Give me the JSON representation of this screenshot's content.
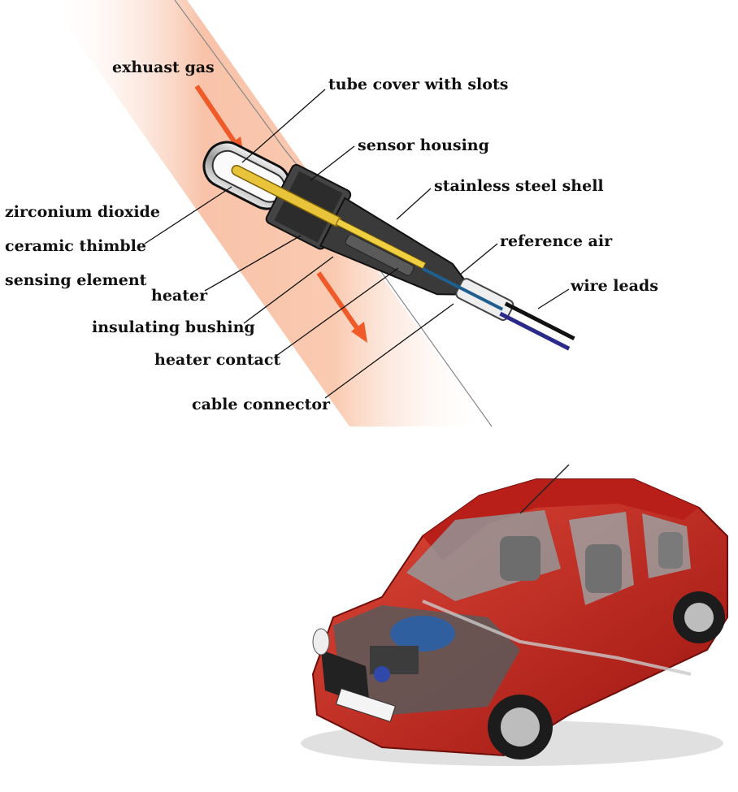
{
  "labels": {
    "exhaust_gas": "exhuast gas",
    "tube_cover": "tube cover with slots",
    "sensor_housing": "sensor housing",
    "stainless_shell": "stainless steel shell",
    "zirconium": "zirconium dioxide",
    "ceramic": "ceramic thimble",
    "sensing": "sensing element",
    "heater": "heater",
    "reference_air": "reference air",
    "wire_leads": "wire leads",
    "insulating": "insulating bushing",
    "heater_contact": "heater contact",
    "cable_connector": "cable connector"
  },
  "colors": {
    "exhaust_glow": "#f7b89a",
    "arrow": "#f05a28",
    "car_body": "#c8221c",
    "engine_cover": "#2f5f9e"
  }
}
